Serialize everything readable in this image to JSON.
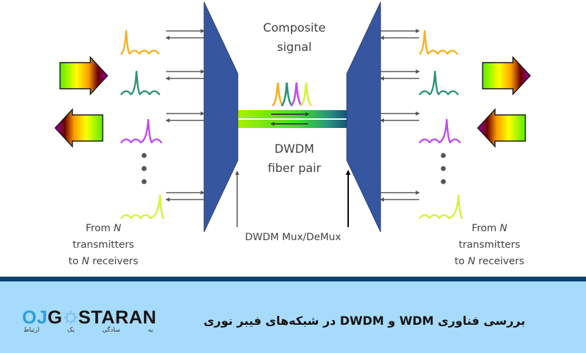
{
  "diagram": {
    "labels": {
      "composite_line1": "Composite",
      "composite_line2": "signal",
      "fiber_line1": "DWDM",
      "fiber_line2": "fiber pair",
      "mux": "DWDM Mux/DeMux",
      "endpoint": {
        "line1_pre": "From ",
        "line1_n": "N",
        "line2": "transmitters",
        "line3_pre": "to ",
        "line3_n": "N",
        "line3_post": " receivers"
      }
    },
    "channels": [
      {
        "name": "channel-1",
        "color": "#f5b21f"
      },
      {
        "name": "channel-2",
        "color": "#2c9476"
      },
      {
        "name": "channel-3",
        "color": "#c04cf0"
      },
      {
        "name": "channel-N",
        "color": "#d2f53b"
      }
    ],
    "colors": {
      "mux_fill": "#3756a0",
      "mux_stroke": "#2b3f73",
      "arrow_gray": "#555555",
      "fiber_green": "#a8f000",
      "fiber_teal": "#1a6a8a",
      "gradient_arrow": [
        "#55ee00",
        "#ffff00",
        "#ff9d00",
        "#6a0000",
        "#a000b0"
      ]
    },
    "ellipsis_dots": 3
  },
  "footer": {
    "logo": {
      "part_blue": "OJ",
      "part_dark_1": "G",
      "part_dark_2": "STARAN",
      "tagline": "به سادگی یک ارتباط"
    },
    "title": "بررسی فناوری WDM و DWDM در شبکه‌های فیبر نوری",
    "colors": {
      "band": "#0a4470",
      "background": "#a7dbfb"
    }
  }
}
